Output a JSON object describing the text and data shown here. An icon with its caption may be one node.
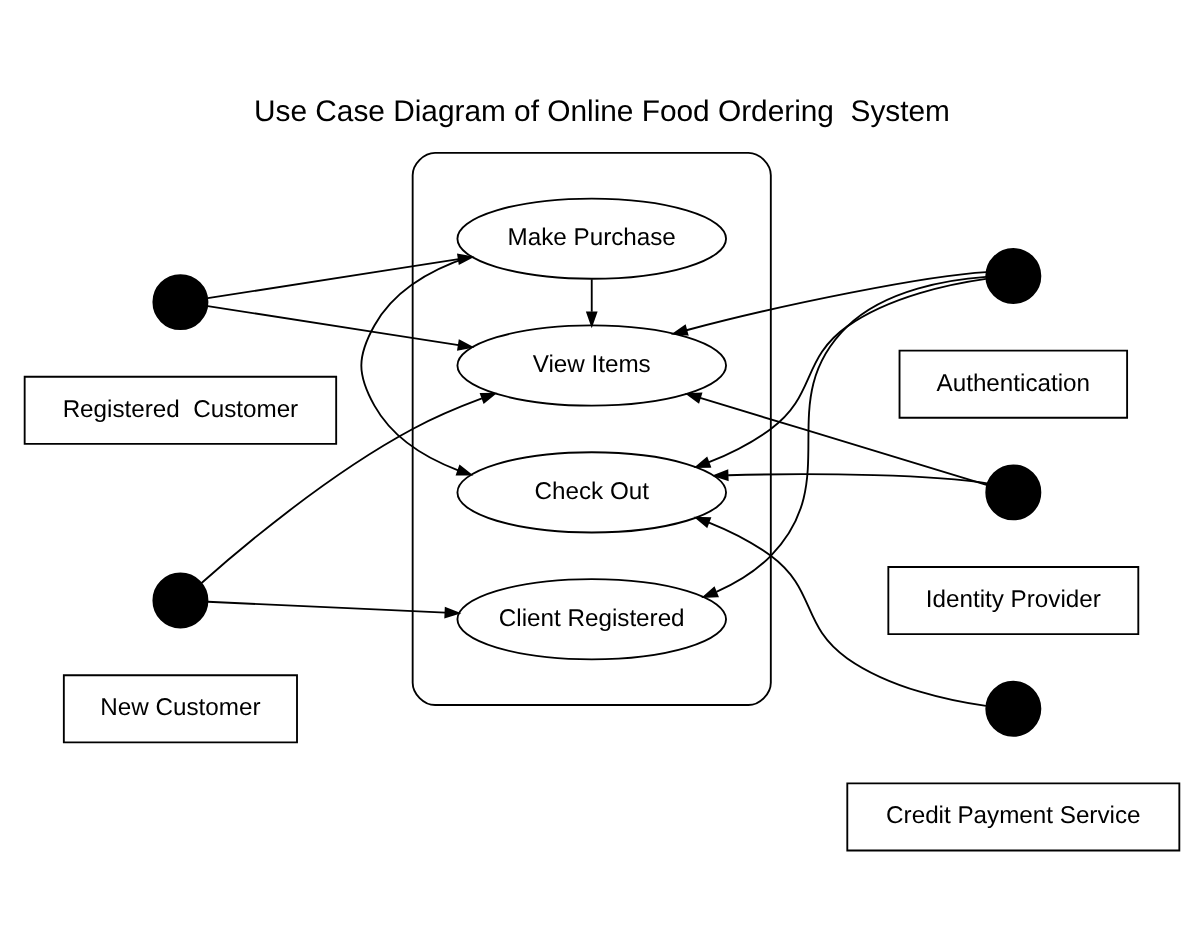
{
  "diagram": {
    "title": "Use Case Diagram of Online Food Ordering  System",
    "nodes": [
      {
        "text": [],
        "shape": "box"
      },
      {
        "text": [
          "View Items"
        ],
        "in": 0
      },
      {
        "text": [
          "Make Purchase"
        ],
        "in": 0
      },
      {
        "text": [
          "Check Out"
        ],
        "in": 0
      },
      {
        "text": [
          "Client Registered"
        ],
        "in": 0
      },
      {
        "text": [],
        "shape": "person"
      },
      {
        "text": [
          "Registered  Customer"
        ]
      },
      {
        "text": [],
        "shape": "person"
      },
      {
        "text": [
          "New Customer"
        ]
      },
      {
        "text": [],
        "shape": "person"
      },
      {
        "text": [
          "Authentication"
        ]
      },
      {
        "text": [],
        "shape": "person"
      },
      {
        "text": [
          "Identity Provider"
        ]
      },
      {
        "text": [],
        "shape": "person"
      },
      {
        "text": [
          "Credit Payment Service"
        ]
      }
    ],
    "edges": [
      {
        "from": 5,
        "to": 1,
        "arrow": "to"
      },
      {
        "from": 5,
        "to": 2,
        "arrow": "to"
      },
      {
        "from": 7,
        "to": 1,
        "arrow": "to"
      },
      {
        "from": 7,
        "to": 4,
        "arrow": "to"
      },
      {
        "from": 2,
        "to": 1,
        "arrow": "to"
      },
      {
        "from": 2,
        "to": 3,
        "arrow": "to"
      },
      {
        "from": 9,
        "to": 1,
        "arrow": "to"
      },
      {
        "from": 9,
        "to": 3,
        "arrow": "to"
      },
      {
        "from": 9,
        "to": 4,
        "arrow": "to"
      },
      {
        "from": 11,
        "to": 1,
        "arrow": "to"
      },
      {
        "from": 11,
        "to": 3,
        "arrow": "to"
      },
      {
        "from": 13,
        "to": 3,
        "arrow": "to"
      }
    ]
  }
}
